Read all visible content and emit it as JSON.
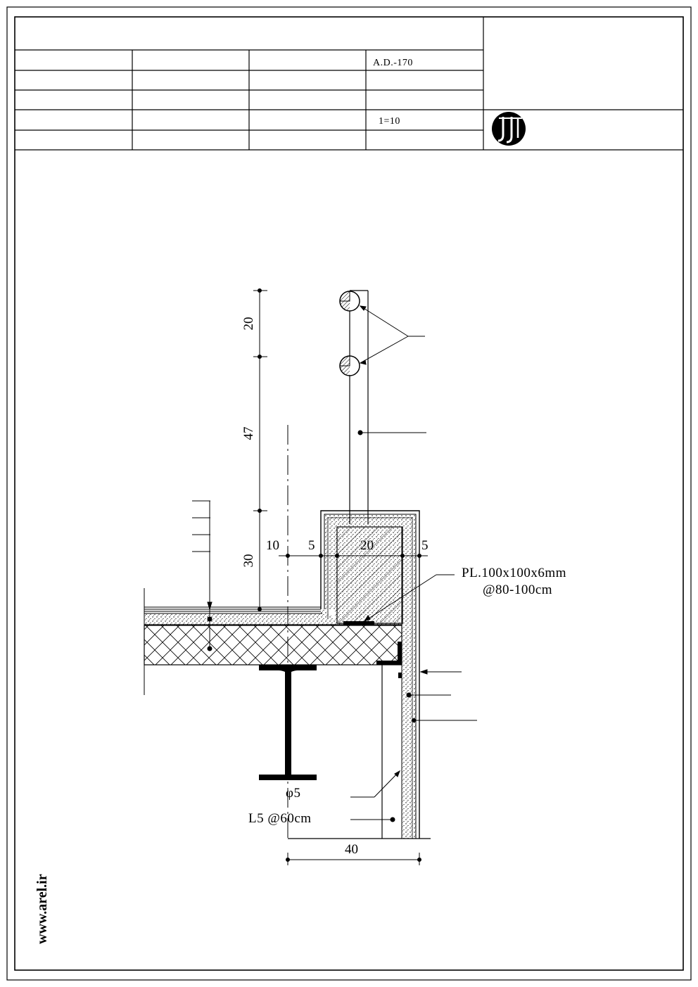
{
  "title_block": {
    "drawing_code": "A.D.-170",
    "scale": "1=10"
  },
  "logo": {
    "icon": "arel-logo-icon"
  },
  "website": "www.arel.ir",
  "dimensions": {
    "rail_spacing": "20",
    "post_height": "47",
    "parapet_height": "30",
    "left_offset": "10",
    "wall_gap_left": "5",
    "parapet_width": "20",
    "wall_gap_right": "5",
    "overall_width": "40"
  },
  "labels": {
    "plate": "PL.100x100x6mm",
    "plate_spacing": "@80-100cm",
    "rod": "φ5",
    "angle": "L5  @60cm"
  }
}
